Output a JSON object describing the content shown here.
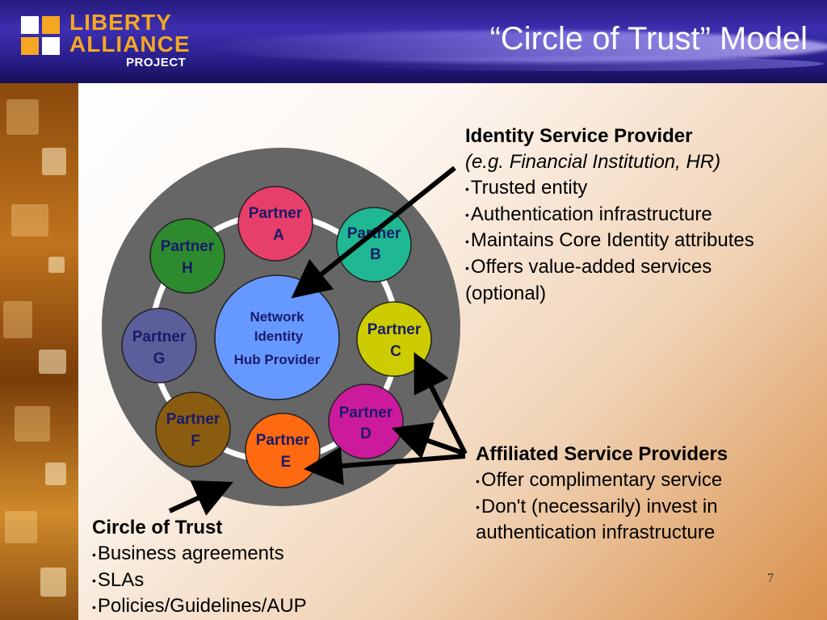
{
  "header": {
    "logo": {
      "line1": "LIBERTY",
      "line2": "ALLIANCE",
      "line3": "PROJECT"
    },
    "title": "“Circle of Trust” Model"
  },
  "diagram": {
    "hub": {
      "line1": "Network",
      "line2": "Identity",
      "line3": "Hub Provider",
      "color": "#6699ff"
    },
    "partners": [
      {
        "id": "A",
        "line1": "Partner",
        "line2": "A",
        "color": "#e83e6a"
      },
      {
        "id": "B",
        "line1": "Partner",
        "line2": "B",
        "color": "#1fb892"
      },
      {
        "id": "C",
        "line1": "Partner",
        "line2": "C",
        "color": "#cccc00"
      },
      {
        "id": "D",
        "line1": "Partner",
        "line2": "D",
        "color": "#cc1a9c"
      },
      {
        "id": "E",
        "line1": "Partner",
        "line2": "E",
        "color": "#ff6a10"
      },
      {
        "id": "F",
        "line1": "Partner",
        "line2": "F",
        "color": "#8a5c10"
      },
      {
        "id": "G",
        "line1": "Partner",
        "line2": "G",
        "color": "#5a5e9a"
      },
      {
        "id": "H",
        "line1": "Partner",
        "line2": "H",
        "color": "#2e8a2e"
      }
    ],
    "ring_color": "#666666"
  },
  "identity_provider": {
    "heading": "Identity Service Provider",
    "subtitle": "(e.g. Financial Institution, HR)",
    "bullets": [
      "Trusted entity",
      "Authentication infrastructure",
      "Maintains Core Identity attributes",
      "Offers value-added services"
    ],
    "continuation": "(optional)"
  },
  "affiliated": {
    "heading": "Affiliated Service Providers",
    "bullets": [
      "Offer complimentary service",
      "Don't (necessarily) invest in"
    ],
    "continuation": "authentication infrastructure"
  },
  "circle_of_trust": {
    "heading": "Circle of Trust",
    "bullets": [
      "Business agreements",
      "SLAs",
      "Policies/Guidelines/AUP"
    ]
  },
  "bullet_char": "•",
  "page_number": "7"
}
